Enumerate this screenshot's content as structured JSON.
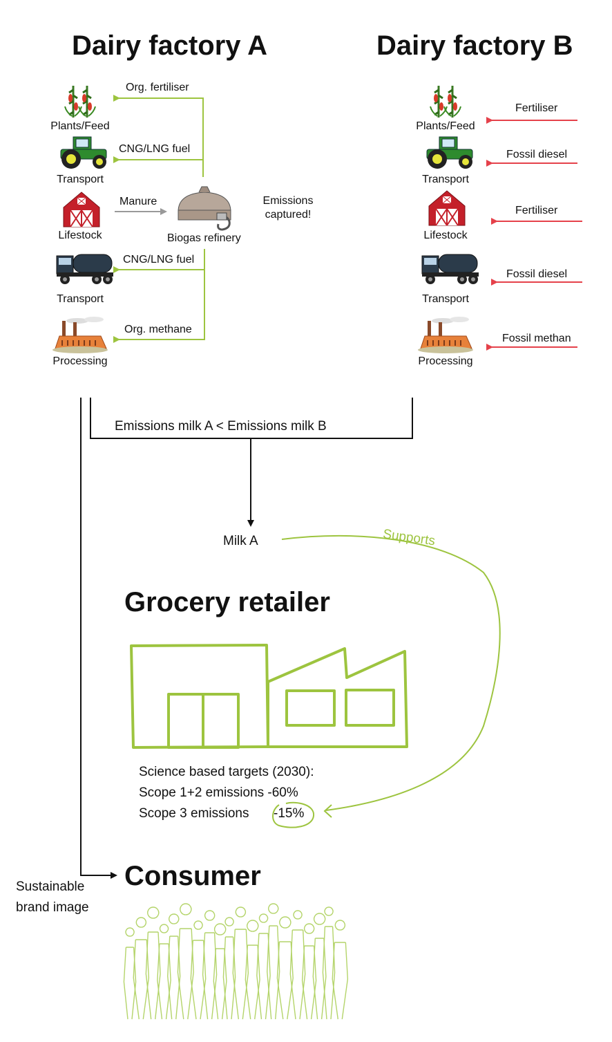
{
  "titles": {
    "factory_a": "Dairy factory A",
    "factory_b": "Dairy factory B",
    "retailer": "Grocery retailer",
    "consumer": "Consumer"
  },
  "factory_a": {
    "stages": [
      "Plants/Feed",
      "Transport",
      "Lifestock",
      "Transport",
      "Processing"
    ],
    "refinery": "Biogas refinery",
    "flows": {
      "org_fertiliser": "Org. fertiliser",
      "cng_fuel_top": "CNG/LNG fuel",
      "manure": "Manure",
      "cng_fuel_bottom": "CNG/LNG fuel",
      "org_methane": "Org. methane"
    },
    "emissions_note": "Emissions captured!"
  },
  "factory_b": {
    "stages": [
      "Plants/Feed",
      "Transport",
      "Lifestock",
      "Transport",
      "Processing"
    ],
    "inputs": [
      "Fertiliser",
      "Fossil diesel",
      "Fertiliser",
      "Fossil diesel",
      "Fossil methan"
    ]
  },
  "comparison": "Emissions milk A < Emissions milk B",
  "milk_label": "Milk A",
  "supports_label": "Supports",
  "targets": {
    "heading": "Science based targets (2030):",
    "scope12": "Scope 1+2 emissions -60%",
    "scope3": "Scope 3 emissions",
    "scope3_value": "-15%"
  },
  "brand_image": [
    "Sustainable",
    "brand image"
  ],
  "colors": {
    "green": "#9dc43f",
    "red": "#e5414a",
    "grey": "#999999"
  },
  "icons": [
    "corn-plant-icon",
    "tractor-icon",
    "barn-icon",
    "tanker-truck-icon",
    "factory-icon",
    "biogas-dome-icon",
    "store-building-icon",
    "crowd-icon"
  ]
}
